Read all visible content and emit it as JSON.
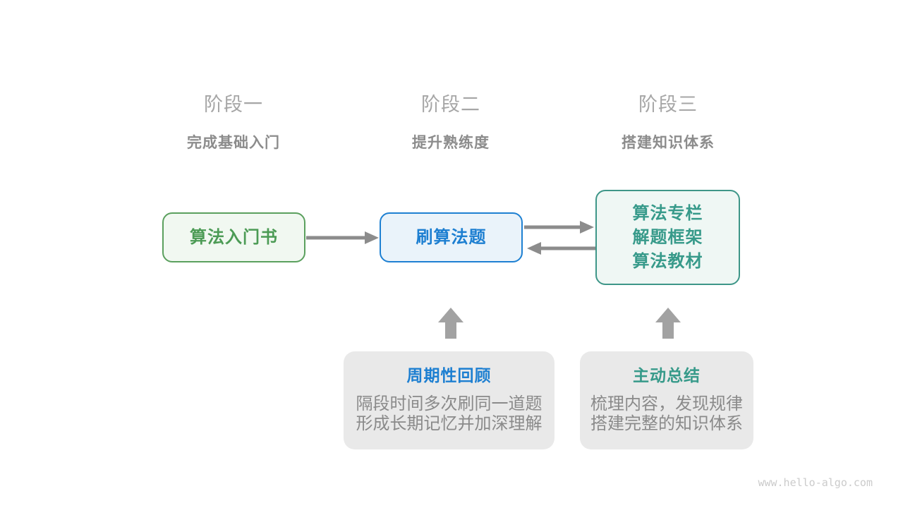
{
  "stages": [
    {
      "label": "阶段一",
      "subtitle": "完成基础入门"
    },
    {
      "label": "阶段二",
      "subtitle": "提升熟练度"
    },
    {
      "label": "阶段三",
      "subtitle": "搭建知识体系"
    }
  ],
  "nodes": [
    {
      "id": "intro-book",
      "lines": [
        "算法入门书"
      ],
      "text_color": "#4c9b55",
      "border_color": "#5ba05e",
      "bg_color": "#f1f8f1"
    },
    {
      "id": "practice-problems",
      "lines": [
        "刷算法题"
      ],
      "text_color": "#1d7fd1",
      "border_color": "#1e80d2",
      "bg_color": "#eaf3fa"
    },
    {
      "id": "knowledge-sources",
      "lines": [
        "算法专栏",
        "解题框架",
        "算法教材"
      ],
      "text_color": "#379a8a",
      "border_color": "#3e9688",
      "bg_color": "#eff7f4"
    }
  ],
  "callouts": [
    {
      "id": "periodic-review",
      "title": "周期性回顾",
      "title_color": "#1d7fd1",
      "lines": [
        "隔段时间多次刷同一道题",
        "形成长期记忆并加深理解"
      ]
    },
    {
      "id": "active-summary",
      "title": "主动总结",
      "title_color": "#379a8a",
      "lines": [
        "梳理内容，发现规律",
        "搭建完整的知识体系"
      ]
    }
  ],
  "arrows": {
    "flow_color": "#8c8c8c",
    "block_color": "#a2a2a2"
  },
  "watermark": "www.hello-algo.com"
}
